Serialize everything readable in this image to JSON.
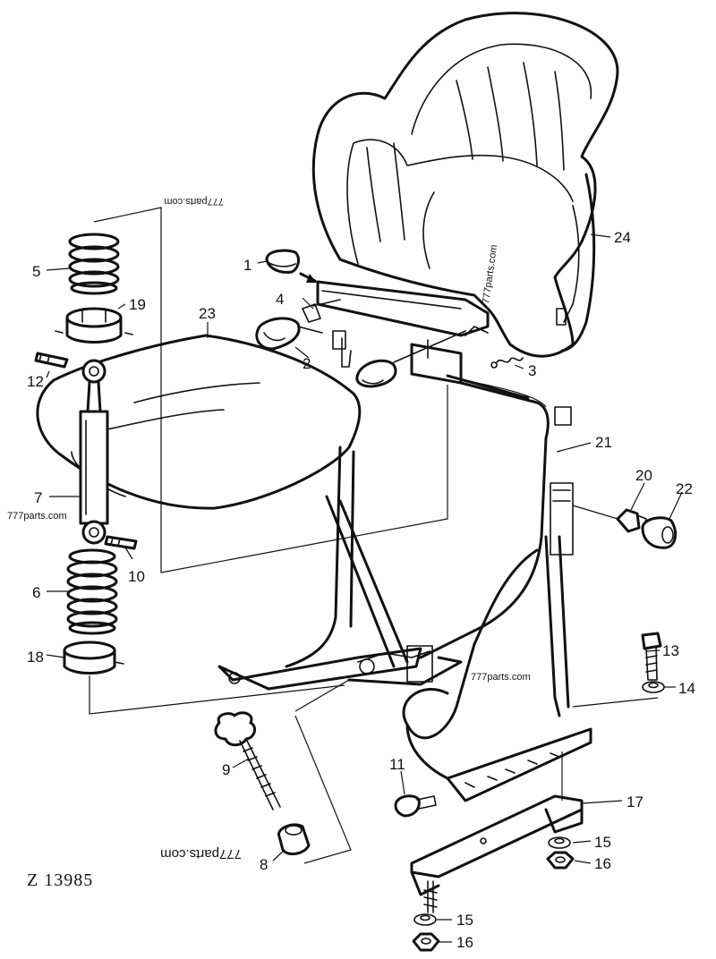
{
  "drawing_ref": "Z 13985",
  "watermark": "777parts.com",
  "callouts": {
    "c1": "1",
    "c2": "2",
    "c3": "3",
    "c4": "4",
    "c5": "5",
    "c6": "6",
    "c7": "7",
    "c8": "8",
    "c9": "9",
    "c10": "10",
    "c11": "11",
    "c12": "12",
    "c13": "13",
    "c14": "14",
    "c15a": "15",
    "c15b": "15",
    "c16a": "16",
    "c16b": "16",
    "c17": "17",
    "c18": "18",
    "c19": "19",
    "c20": "20",
    "c21": "21",
    "c22": "22",
    "c23": "23",
    "c24": "24"
  }
}
